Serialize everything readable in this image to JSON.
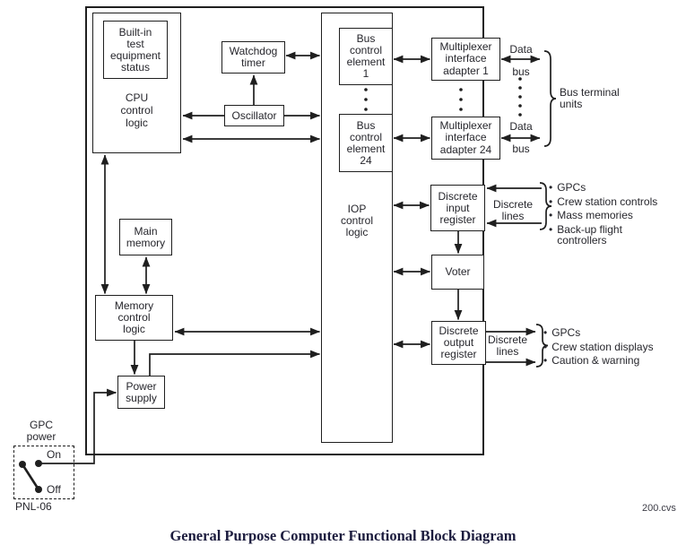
{
  "figure": {
    "caption": "General Purpose Computer Functional Block Diagram",
    "file_reference": "200.cvs"
  },
  "boxes": {
    "bite": "Built-in\ntest\nequipment\nstatus",
    "cpu": "CPU\ncontrol\nlogic",
    "watchdog": "Watchdog\ntimer",
    "oscillator": "Oscillator",
    "bce1": "Bus\ncontrol\nelement\n1",
    "bce24": "Bus\ncontrol\nelement\n24",
    "iop": "IOP\ncontrol\nlogic",
    "mia1": "Multiplexer\ninterface\nadapter 1",
    "mia24": "Multiplexer\ninterface\nadapter 24",
    "main_memory": "Main\nmemory",
    "memory_control": "Memory\ncontrol\nlogic",
    "power_supply": "Power\nsupply",
    "discrete_input": "Discrete\ninput\nregister",
    "voter": "Voter",
    "discrete_output": "Discrete\noutput\nregister"
  },
  "labels": {
    "data_bus_1_line1": "Data",
    "data_bus_1_line2": "bus",
    "data_bus_24_line1": "Data",
    "data_bus_24_line2": "bus",
    "bus_terminal_units": "Bus terminal\nunits",
    "discrete_lines_in": "Discrete\nlines",
    "discrete_lines_out": "Discrete\nlines",
    "gpc_power": "GPC\npower",
    "switch_on": "On",
    "switch_off": "Off",
    "panel_id": "PNL-06"
  },
  "discrete_input_sources": [
    "GPCs",
    "Crew station controls",
    "Mass memories",
    "Back-up flight\ncontrollers"
  ],
  "discrete_output_destinations": [
    "GPCs",
    "Crew station displays",
    "Caution & warning"
  ],
  "glyphs": {
    "bullet": "•"
  },
  "colors": {
    "line": "#1f1f1f",
    "text": "#26262c",
    "caption": "#1c1c3e"
  }
}
